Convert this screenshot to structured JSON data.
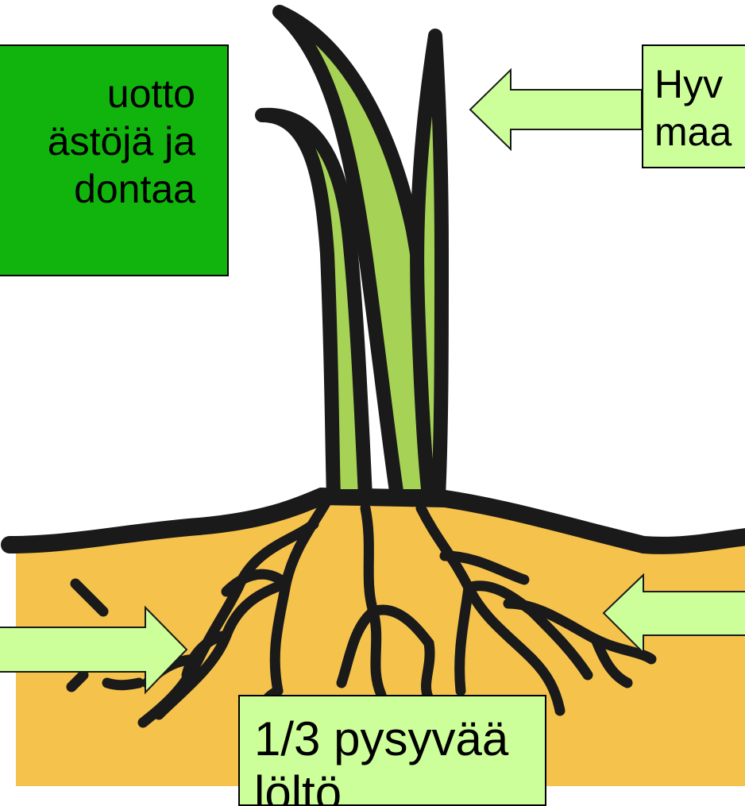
{
  "labels": {
    "top_left": [
      "uotto",
      "ästöjä ja",
      "dontaa"
    ],
    "top_right": [
      "Hyv",
      "maa"
    ],
    "bottom": [
      "1/3 pysyvää",
      "löltö"
    ]
  },
  "colors": {
    "soil": "#f5c24c",
    "leaf": "#a6d355",
    "outline": "#1a1a1a",
    "green_box": "#11b40c",
    "light_box": "#ccff99"
  },
  "icons": {
    "plant": "plant-illustration",
    "arrows": "arrow-pointing-left / arrow-pointing-right"
  }
}
